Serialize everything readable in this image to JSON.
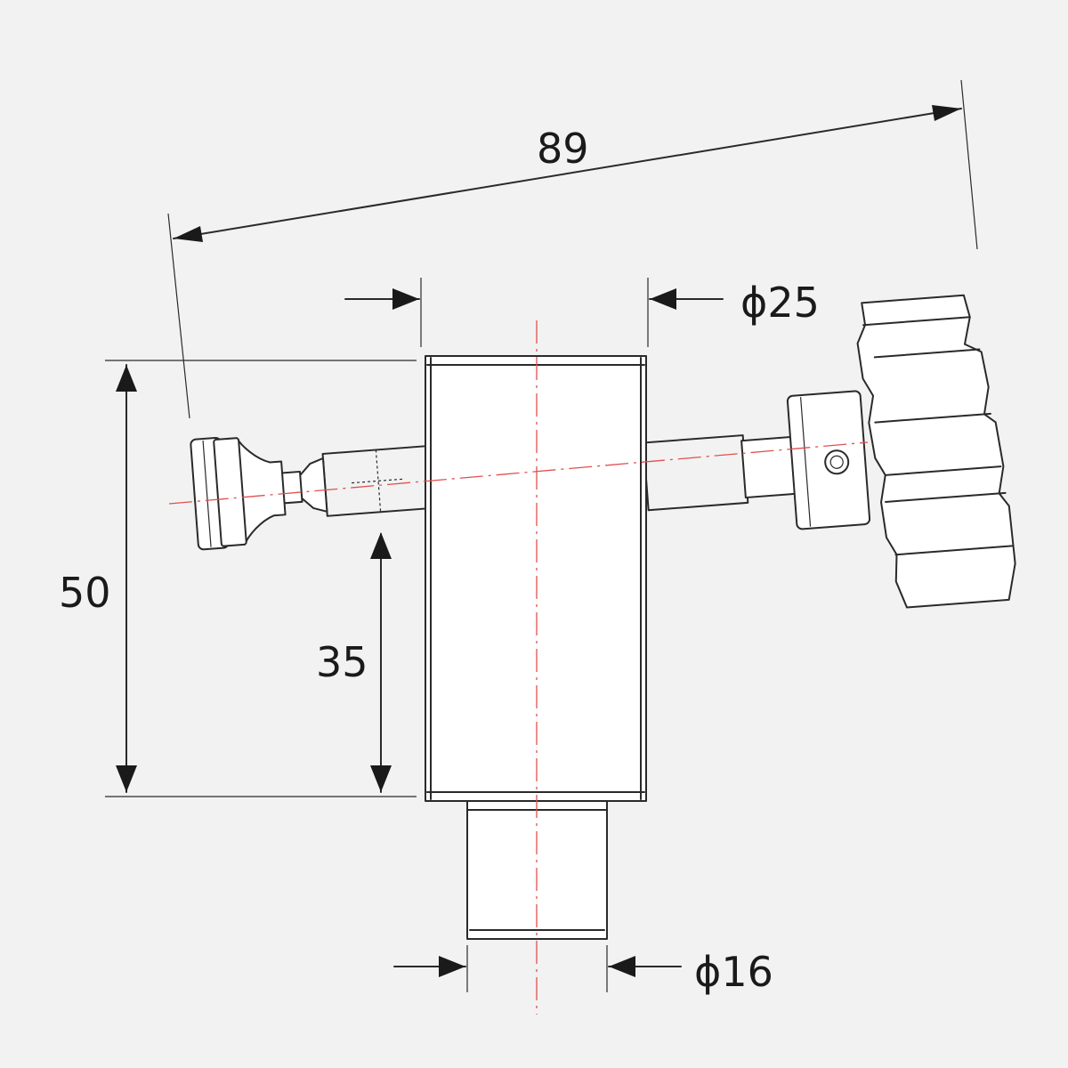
{
  "dimensions": {
    "overall_length": "89",
    "height": "50",
    "bolt_height": "35",
    "body_diameter": "ϕ25",
    "spigot_diameter": "ϕ16"
  },
  "colors": {
    "background": "#f2f2f2",
    "outline": "#2a2a2a",
    "centerline": "#e05050"
  }
}
